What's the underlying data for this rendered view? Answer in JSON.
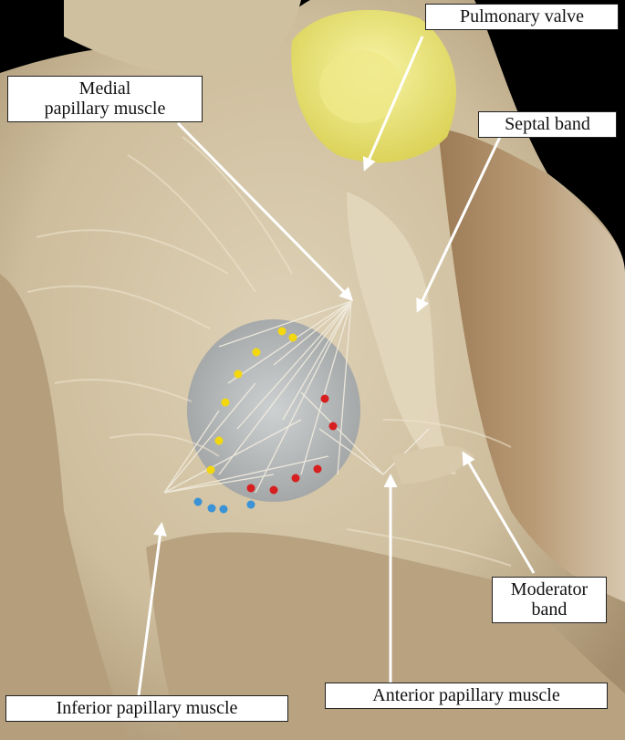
{
  "labels": {
    "pulmonary_valve": "Pulmonary valve",
    "medial_papillary_line1": "Medial",
    "medial_papillary_line2": "papillary muscle",
    "septal_band": "Septal band",
    "moderator_band_line1": "Moderator",
    "moderator_band_line2": "band",
    "inferior_papillary": "Inferior papillary muscle",
    "anterior_papillary": "Anterior papillary muscle"
  },
  "colors": {
    "background": "#000000",
    "myocardium": "#d2c3a4",
    "valve_yellow": "#f2ee8a",
    "chordae_blue": "#aebfce",
    "dot_yellow": "#f3d80f",
    "dot_red": "#d71f1f",
    "dot_blue": "#3a93d6",
    "arrow": "#ffffff"
  },
  "markers": {
    "yellow_count": 7,
    "red_count": 6,
    "blue_count": 4
  }
}
